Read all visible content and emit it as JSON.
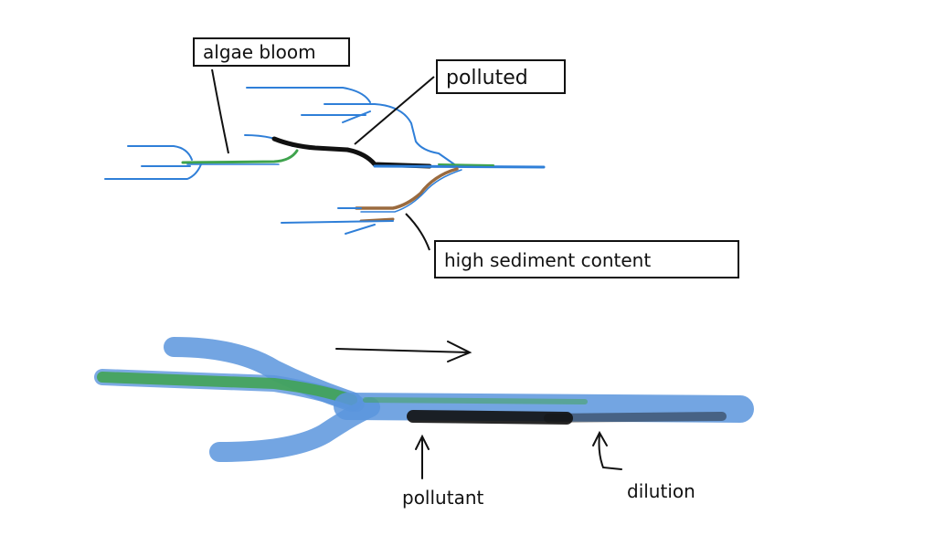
{
  "labels": {
    "algae_bloom": "algae bloom",
    "polluted": "polluted",
    "high_sediment": "high sediment content",
    "pollutant": "pollutant",
    "dilution": "dilution"
  },
  "colors": {
    "water": "#2f7fd8",
    "algae": "#3fa34d",
    "pollution": "#111111",
    "sediment": "#9a6a3e",
    "ink": "#111111",
    "water_soft": "#5b95dd"
  }
}
